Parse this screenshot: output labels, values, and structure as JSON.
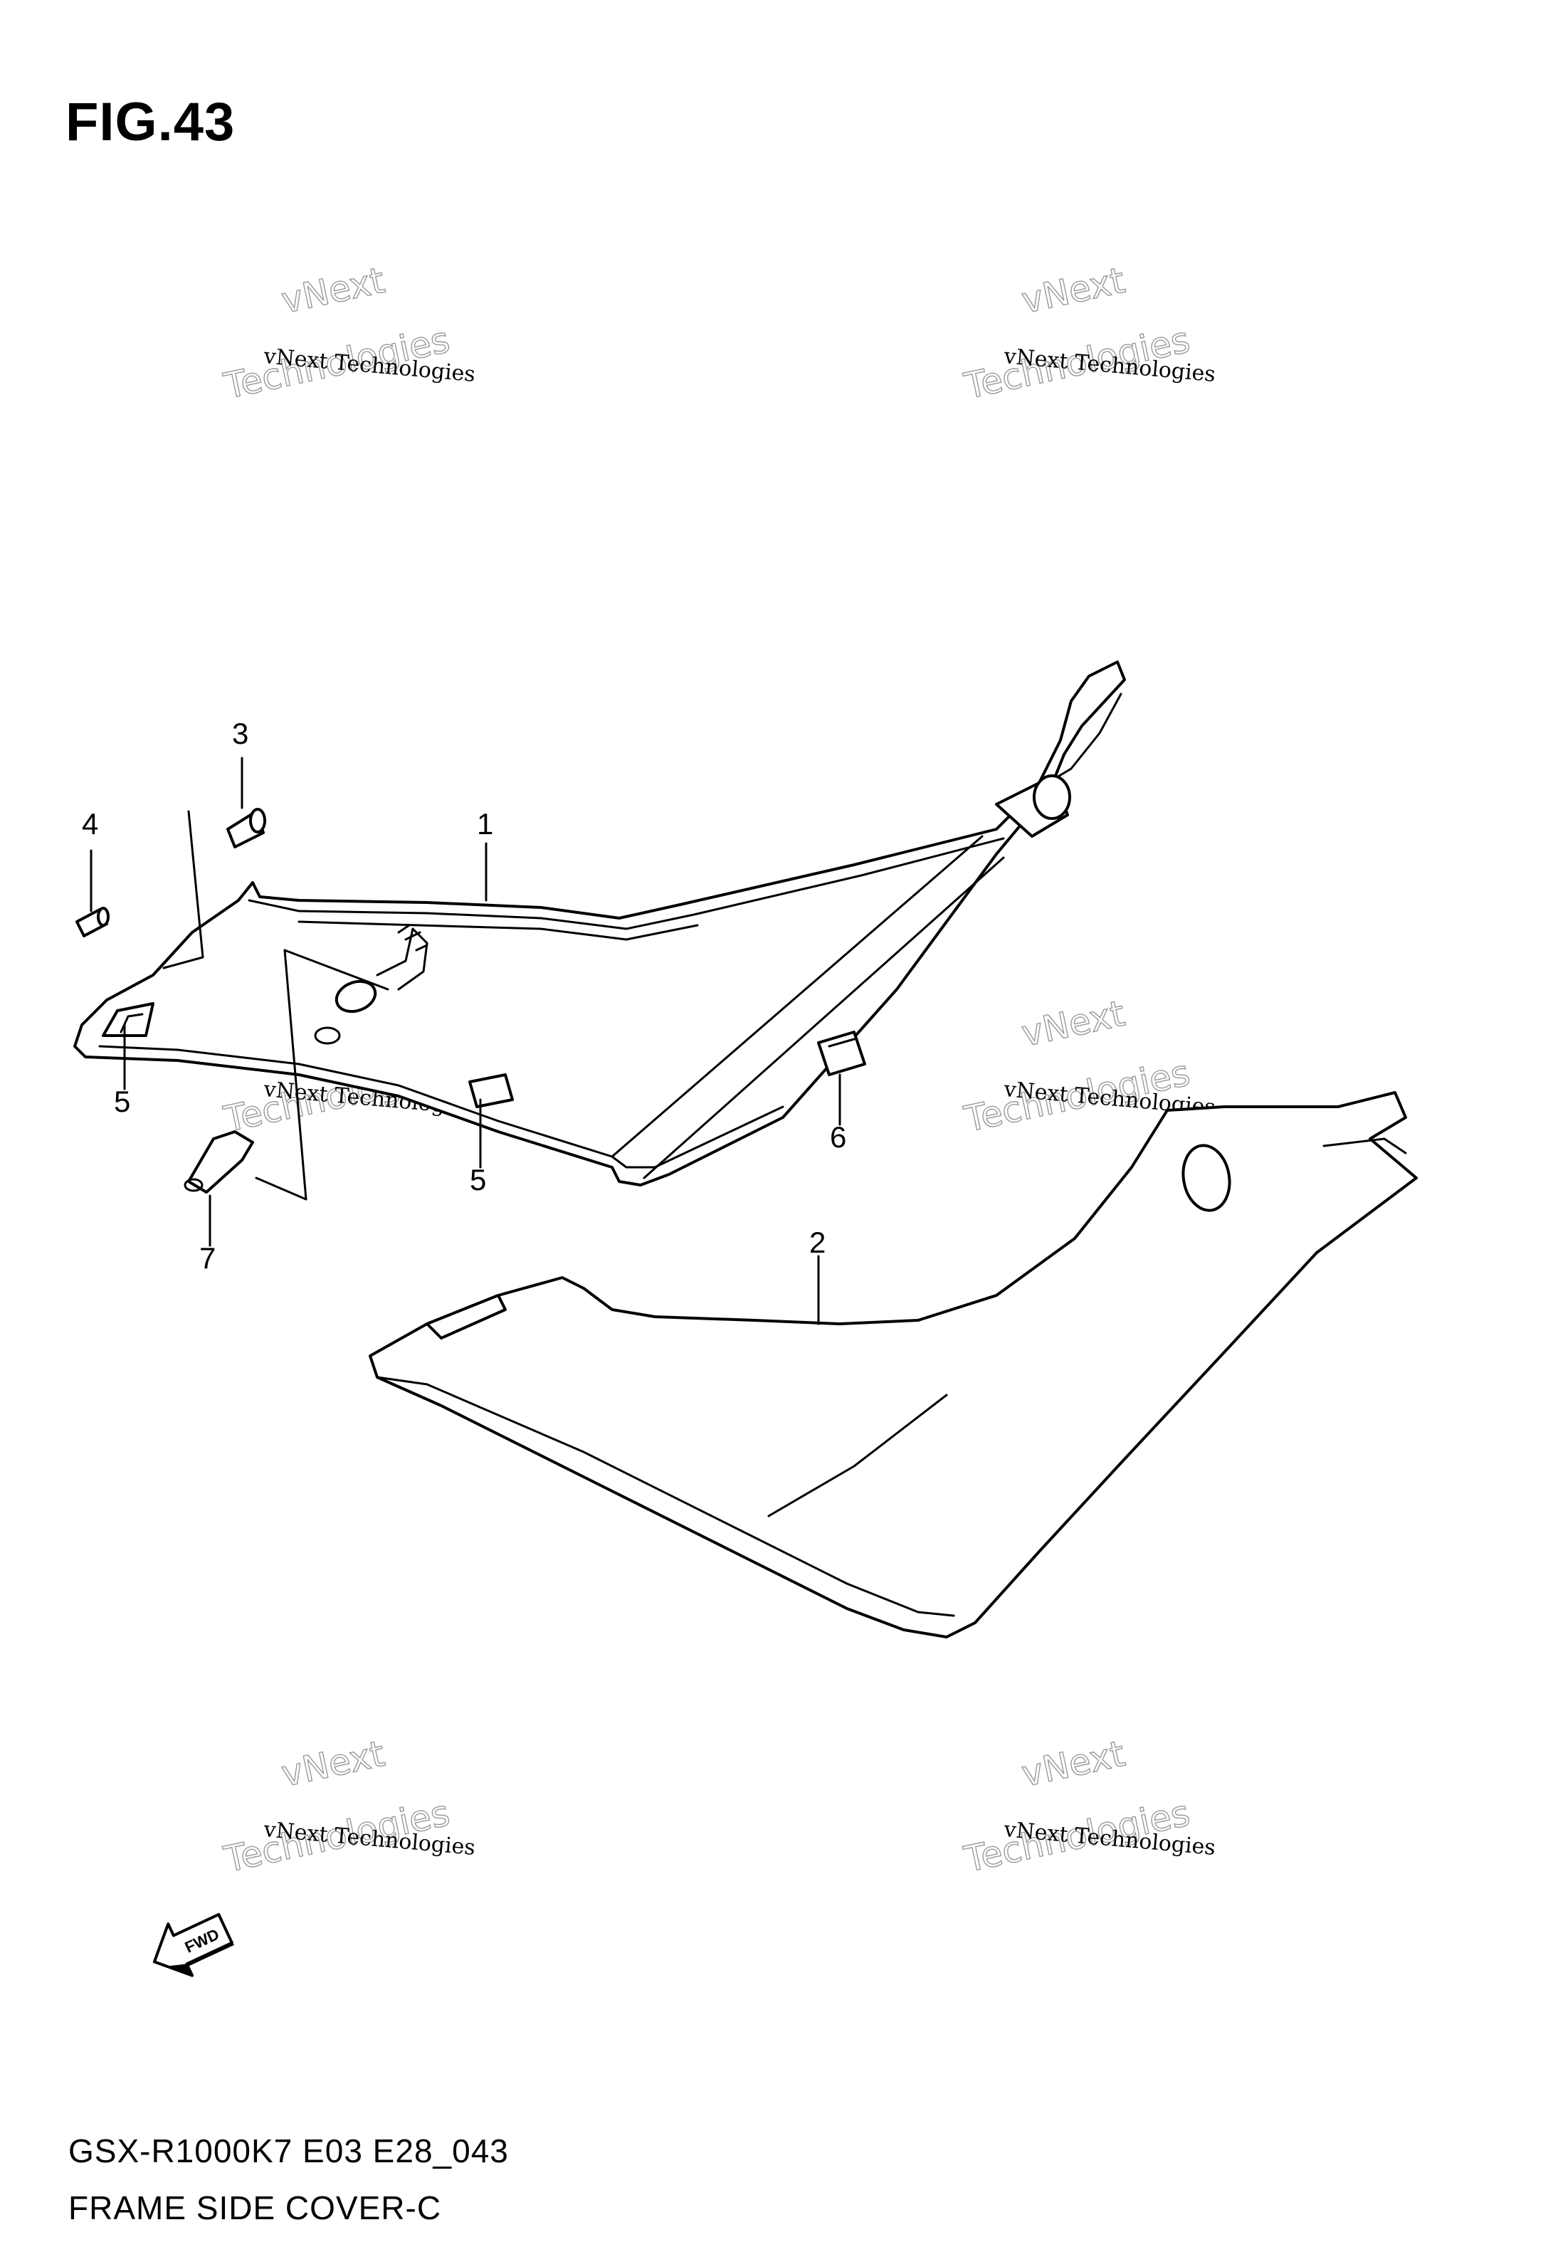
{
  "figure": {
    "title": "FIG.43"
  },
  "callouts": [
    {
      "id": "1",
      "label": "1"
    },
    {
      "id": "2",
      "label": "2"
    },
    {
      "id": "3",
      "label": "3"
    },
    {
      "id": "4",
      "label": "4"
    },
    {
      "id": "5a",
      "label": "5"
    },
    {
      "id": "5b",
      "label": "5"
    },
    {
      "id": "6",
      "label": "6"
    },
    {
      "id": "7",
      "label": "7"
    }
  ],
  "watermark": {
    "line1": "vNext Technologies",
    "line2": "vNext",
    "line3": "Technologies"
  },
  "fwd_label": "FWD",
  "footer": {
    "model_code": "GSX-R1000K7 E03 E28_043",
    "part_group": "FRAME SIDE COVER-C"
  },
  "icons": {
    "fwd": "fwd-arrow-icon"
  }
}
